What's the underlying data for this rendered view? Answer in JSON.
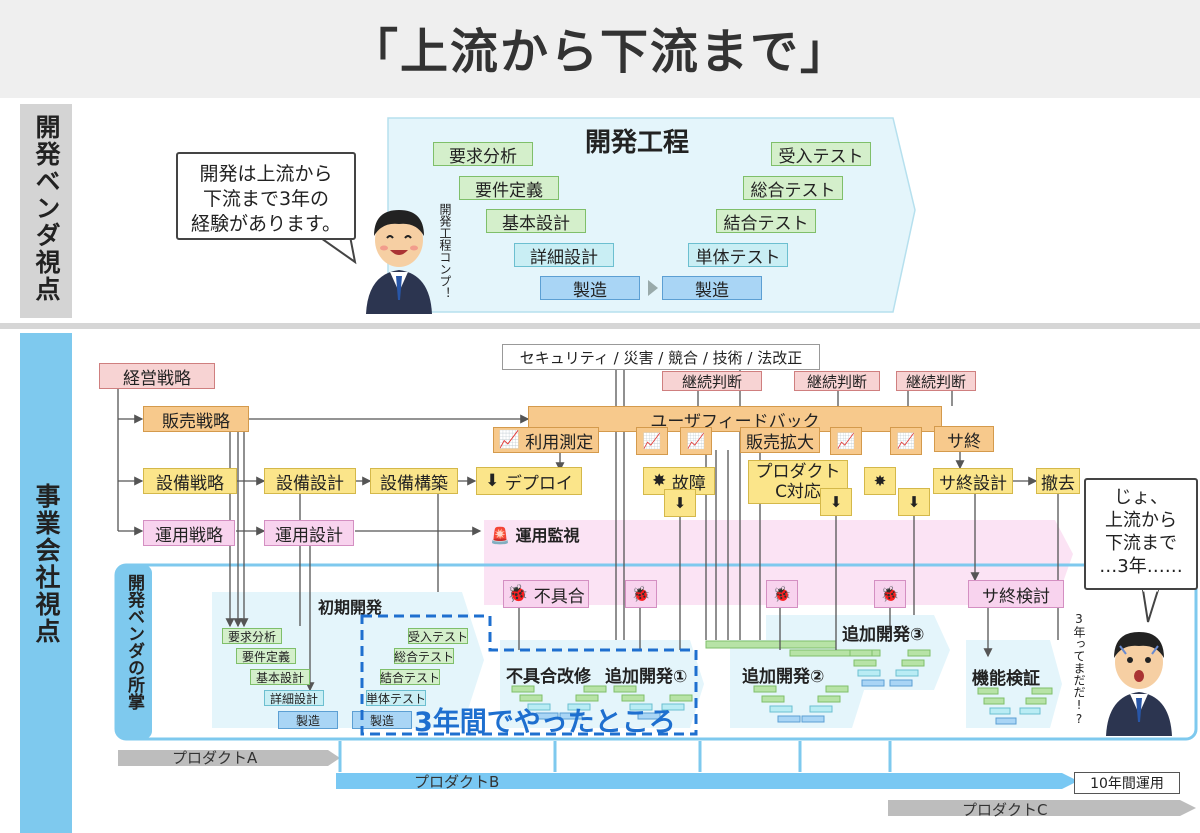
{
  "title": "「上流から下流まで」",
  "sections": {
    "vendor_view": "開発ベンダ視点",
    "company_view": "事業会社視点",
    "vendor_domain": "開発ベンダの所掌"
  },
  "vendor_bubble": [
    "開発は上流から",
    "下流まで3年の",
    "経験があります。"
  ],
  "dev_process": {
    "title": "開発工程",
    "complete_note": "開発工程コンプ！",
    "left_steps": [
      "要求分析",
      "要件定義",
      "基本設計",
      "詳細設計",
      "製造"
    ],
    "right_steps": [
      "受入テスト",
      "総合テスト",
      "結合テスト",
      "単体テスト",
      "製造"
    ]
  },
  "company": {
    "external": "セキュリティ / 災害 / 競合 / 技術 / 法改正",
    "business_strategy": "経営戦略",
    "sales_strategy": "販売戦略",
    "facility_strategy": "設備戦略",
    "ops_strategy": "運用戦略",
    "facility_design": "設備設計",
    "facility_build": "設備構築",
    "ops_design": "運用設計",
    "deploy": "デプロイ",
    "usage_measure": "利用測定",
    "user_feedback": "ユーザフィードバック",
    "continue_decision": "継続判断",
    "sales_expand": "販売拡大",
    "eos": "サ終",
    "failure": "故障",
    "product_c_support": [
      "プロダクト",
      "C対応"
    ],
    "eos_design": "サ終設計",
    "removal": "撤去",
    "ops_monitor": "運用監視",
    "defect": "不具合",
    "eos_review": "サ終検討",
    "initial_dev": "初期開発",
    "defect_fix": "不具合改修",
    "add_dev_1": "追加開発①",
    "add_dev_2": "追加開発②",
    "add_dev_3": "追加開発③",
    "function_verify": "機能検証",
    "three_years": "3年間でやったところ",
    "mini_left": [
      "要求分析",
      "要件定義",
      "基本設計",
      "詳細設計",
      "製造"
    ],
    "mini_right": [
      "受入テスト",
      "総合テスト",
      "結合テスト",
      "単体テスト",
      "製造"
    ]
  },
  "timeline": {
    "product_a": "プロダクトA",
    "product_b": "プロダクトB",
    "product_c": "プロダクトC",
    "operation": "10年間運用"
  },
  "company_bubble": [
    "じょ、",
    "上流から",
    "下流まで",
    "…3年……"
  ],
  "worried_note": "3年ってまだだ!?",
  "colors": {
    "accent_blue": "#1e6fcf",
    "side_blue": "#7ec9ee",
    "side_gray": "#d4d4d4",
    "cyan_band": "#def3fb",
    "pink_band": "#fbe3f4"
  }
}
